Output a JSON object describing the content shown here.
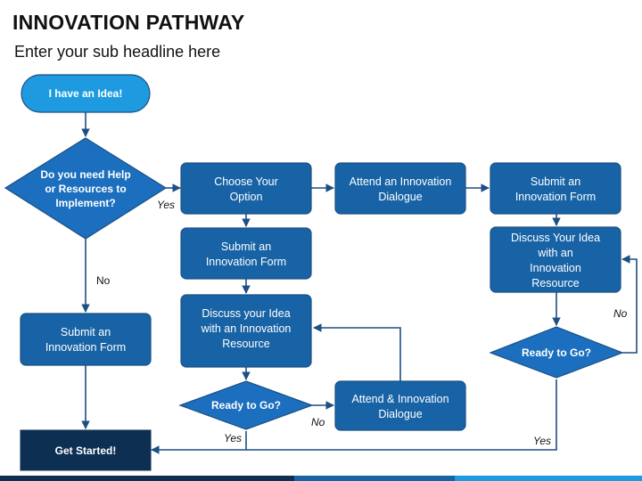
{
  "header": {
    "title": "INNOVATION PATHWAY",
    "subtitle": "Enter your sub headline here"
  },
  "colors": {
    "start": "#1e9be0",
    "box": "#1763a6",
    "diamond": "#1b6fbe",
    "end": "#0d2f52",
    "line": "#1c4f84"
  },
  "nodes": {
    "idea": "I have an Idea!",
    "help": [
      "Do you need Help",
      "or Resources to",
      "Implement?"
    ],
    "choose": [
      "Choose Your",
      "Option"
    ],
    "attend1": [
      "Attend an Innovation",
      "Dialogue"
    ],
    "submit_top": [
      "Submit an",
      "Innovation Form"
    ],
    "submit_mid": [
      "Submit an",
      "Innovation Form"
    ],
    "discuss_right": [
      "Discuss Your Idea",
      "with an",
      "Innovation",
      "Resource"
    ],
    "submit_left": [
      "Submit an",
      "Innovation Form"
    ],
    "discuss_mid": [
      "Discuss your Idea",
      "with an Innovation",
      "Resource"
    ],
    "ready_mid": "Ready to Go?",
    "attend2": [
      "Attend & Innovation",
      "Dialogue"
    ],
    "ready_right": "Ready to Go?",
    "get_started": "Get Started!"
  },
  "edge_labels": {
    "yes_help": "Yes",
    "no_help": "No",
    "no_mid": "No",
    "yes_mid": "Yes",
    "no_right": "No",
    "yes_right": "Yes"
  }
}
